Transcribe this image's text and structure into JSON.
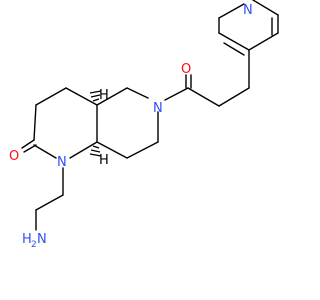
{
  "molecule": {
    "atoms": {
      "o1": "O",
      "o2": "O",
      "n1": "N",
      "n6": "N",
      "n_pyridine": "N",
      "amine_h": "H",
      "amine_sub": "2",
      "amine_n": "N",
      "stereo_h_top": "H",
      "stereo_h_bottom": "H"
    },
    "colors": {
      "bond": "#000000",
      "oxygen": "#ff0d0d",
      "nitrogen": "#3050f8",
      "hydrogen": "#000000"
    }
  }
}
